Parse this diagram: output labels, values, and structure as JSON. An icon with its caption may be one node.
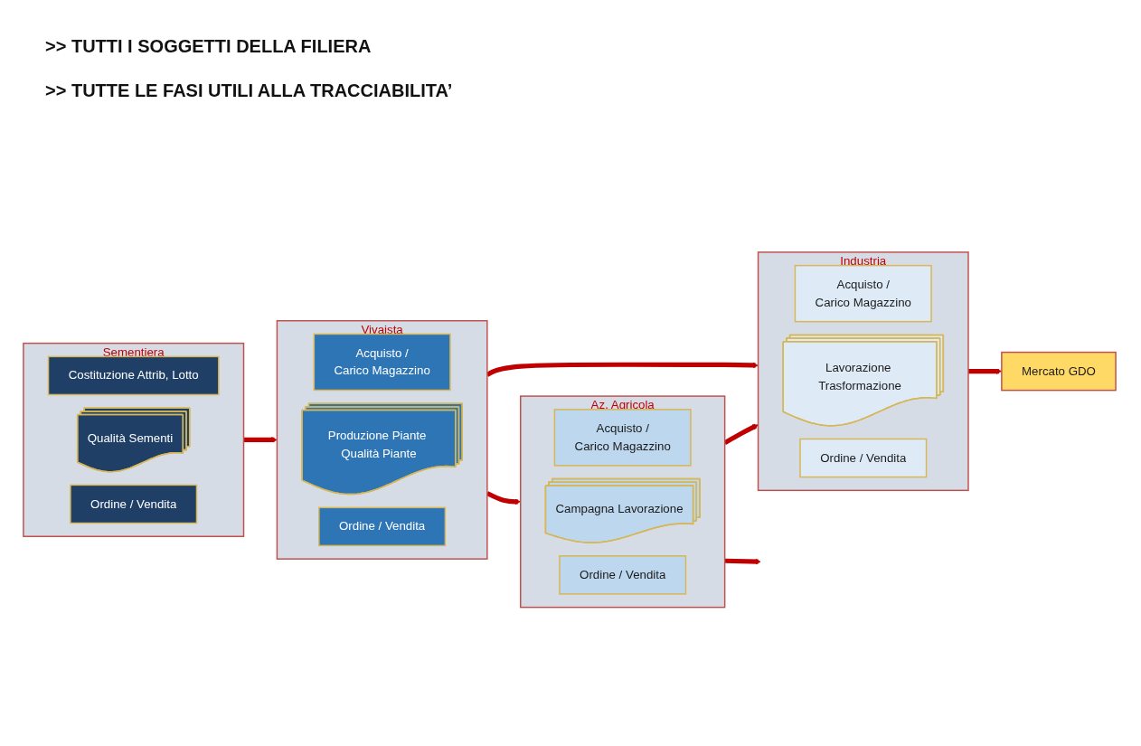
{
  "diagram": {
    "nodes": [
      {
        "text": [
          "Sementiera"
        ]
      },
      {
        "text": [
          "Costituzione Attrib, Lotto"
        ],
        "in": 0
      },
      {
        "text": [
          "Qualità Sementi"
        ],
        "in": 0
      },
      {
        "text": [
          "Ordine / Vendita"
        ],
        "in": 0
      },
      {
        "text": [
          "Vivaista"
        ]
      },
      {
        "text": [
          "Acquisto /",
          "Carico Magazzino"
        ],
        "in": 4
      },
      {
        "text": [
          "Produzione Piante Qualità Piante"
        ],
        "in": 4
      },
      {
        "text": [
          "Ordine / Vendita"
        ],
        "in": 4
      },
      {
        "text": [
          "Az. Agricola"
        ]
      },
      {
        "text": [
          "Acquisto /",
          "Carico Magazzino"
        ],
        "in": 8
      },
      {
        "text": [
          "Campagna Lavorazione"
        ],
        "in": 8
      },
      {
        "text": [
          "Ordine / Vendita"
        ],
        "in": 8
      },
      {
        "text": [
          "Industria"
        ]
      },
      {
        "text": [
          "Acquisto /",
          "Carico Magazzino"
        ],
        "in": 12
      },
      {
        "text": [
          "Lavorazione Trasformazione"
        ],
        "in": 12
      },
      {
        "text": [
          "Ordine / Vendita"
        ],
        "in": 12
      },
      {
        "text": [
          "Mercato GDO"
        ]
      }
    ],
    "edges": [
      {
        "from": 0,
        "to": 4,
        "arrow": "to"
      },
      {
        "from": 4,
        "to": 8,
        "arrow": "to"
      },
      {
        "from": 4,
        "to": 12,
        "arrow": "to"
      },
      {
        "from": 8,
        "to": null,
        "arrow": "to"
      },
      {
        "from": 8,
        "to": 12,
        "arrow": "to"
      },
      {
        "from": 12,
        "to": 16,
        "arrow": "to"
      }
    ],
    "labels": [
      ">> TUTTI I SOGGETTI DELLA FILIERA",
      ">> TUTTE LE FASI UTILI ALLA TRACCIABILITA’"
    ]
  }
}
